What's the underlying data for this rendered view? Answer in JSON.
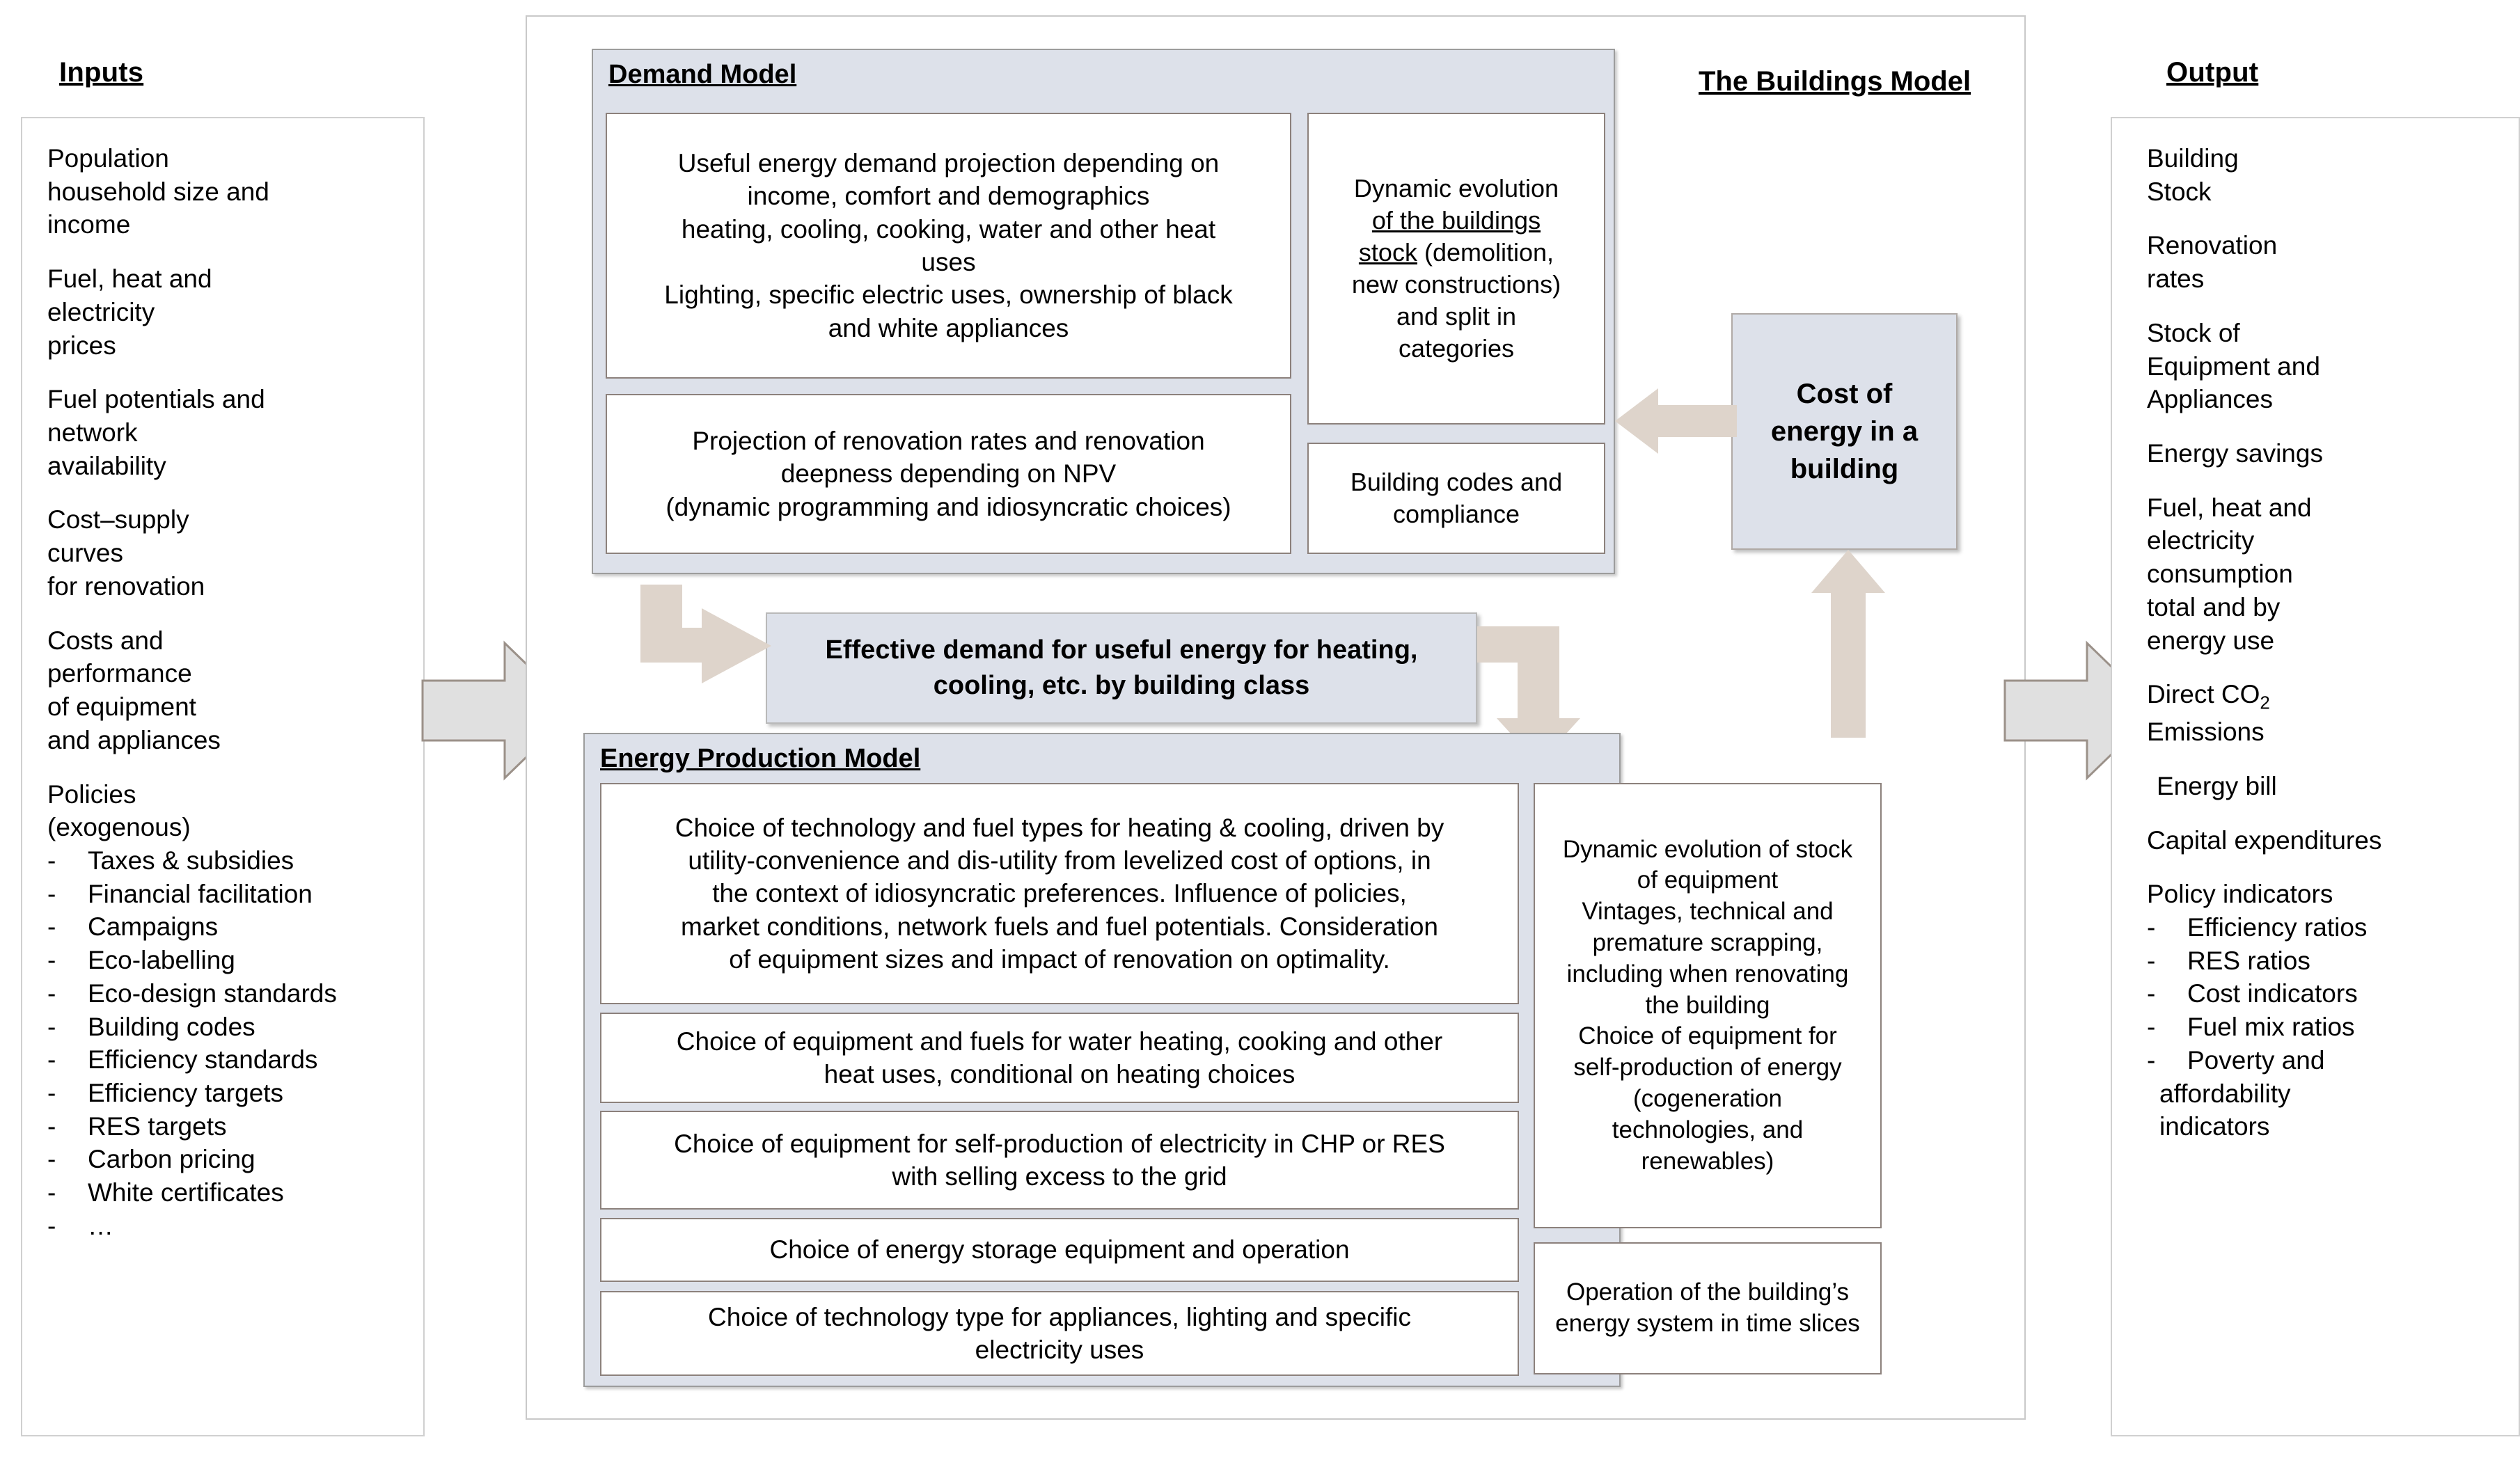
{
  "columns": {
    "inputs_heading": "Inputs",
    "buildings_heading": "The Buildings Model",
    "output_heading": "Output"
  },
  "inputs": {
    "blocks": [
      {
        "lines": [
          "Population",
          "household size and",
          "income"
        ]
      },
      {
        "lines": [
          "Fuel, heat and",
          "electricity",
          "prices"
        ]
      },
      {
        "lines": [
          "Fuel potentials and",
          "network",
          "availability"
        ]
      },
      {
        "lines": [
          "Cost–supply",
          "curves",
          "for renovation"
        ]
      },
      {
        "lines": [
          "Costs and",
          "performance",
          "of equipment",
          "and appliances"
        ]
      }
    ],
    "policies_title": [
      "Policies",
      "(exogenous)"
    ],
    "policies": [
      "Taxes & subsidies",
      "Financial facilitation",
      "Campaigns",
      "Eco-labelling",
      "Eco-design standards",
      "Building codes",
      "Efficiency standards",
      "Efficiency targets",
      "RES targets",
      "Carbon pricing",
      "White certificates",
      "…"
    ]
  },
  "demand_model": {
    "title": "Demand Model",
    "card_useful_demand": [
      "Useful energy demand projection depending on",
      "income, comfort and demographics",
      "heating, cooling, cooking, water and other heat",
      "uses",
      "Lighting, specific electric uses, ownership of black",
      "and white appliances"
    ],
    "card_renovation": [
      "Projection of renovation rates and renovation",
      "deepness depending on NPV",
      "(dynamic programming and idiosyncratic choices)"
    ],
    "card_building_stock": [
      "Dynamic evolution",
      "of the buildings",
      "stock (demolition,",
      "new constructions)",
      "and split in",
      "categories"
    ],
    "card_building_stock_underlined": "buildings stock",
    "card_building_codes": [
      "Building codes and",
      "compliance"
    ]
  },
  "effective_demand": [
    "Effective demand for useful energy for heating,",
    "cooling, etc. by building class"
  ],
  "cost_of_energy": [
    "Cost of",
    "energy in a",
    "building"
  ],
  "energy_production_model": {
    "title": "Energy Production Model",
    "card_heating_cooling": [
      "Choice of technology and fuel types for heating & cooling, driven by",
      "utility-convenience and dis-utility from levelized cost of options, in",
      "the context of idiosyncratic preferences. Influence of policies,",
      "market conditions, network fuels and fuel potentials. Consideration",
      "of equipment sizes and impact of renovation on optimality."
    ],
    "card_water_heating": [
      "Choice of equipment and fuels for water heating, cooking and other",
      "heat uses, conditional on heating choices"
    ],
    "card_self_production": [
      "Choice of equipment for self-production of electricity in CHP or RES",
      "with selling excess to the grid"
    ],
    "card_storage": [
      "Choice of energy storage equipment and operation"
    ],
    "card_appliances": [
      "Choice of technology type for appliances, lighting and specific",
      "electricity uses"
    ],
    "card_stock_equipment": [
      "Dynamic evolution of stock",
      "of equipment",
      "Vintages, technical and",
      "premature  scrapping,",
      "including when renovating",
      "the building",
      "Choice of equipment for",
      "self-production of energy",
      "(cogeneration",
      "technologies, and",
      "renewables)"
    ],
    "card_operation": [
      "Operation of the building’s",
      "energy system in time slices"
    ]
  },
  "output": {
    "blocks": [
      {
        "lines": [
          "Building",
          "Stock"
        ]
      },
      {
        "lines": [
          "Renovation",
          "rates"
        ]
      },
      {
        "lines": [
          "Stock of",
          "Equipment and",
          "Appliances"
        ]
      },
      {
        "lines": [
          "Energy savings"
        ]
      },
      {
        "lines": [
          "Fuel, heat and",
          "electricity",
          "consumption",
          "total and by",
          "energy use"
        ]
      }
    ],
    "co2_line1_pre": "Direct CO",
    "co2_line1_sub": "2",
    "co2_line2": "Emissions",
    "energy_bill": "Energy bill",
    "capital_expenditures": "Capital expenditures",
    "policy_indicators_title": "Policy indicators",
    "policy_indicators": [
      "Efficiency ratios",
      "RES ratios",
      "Cost indicators",
      "Fuel mix ratios",
      "Poverty and"
    ],
    "policy_indicators_tail": [
      "affordability",
      "indicators"
    ]
  },
  "colors": {
    "model_fill": "#dde1ea",
    "model_border": "#9c9c9c",
    "card_border": "#8c817c",
    "arrow_grey": "#e0e0e0",
    "arrow_grey_border": "#9b9189",
    "arrow_tan": "#ded4cb",
    "panel_border": "#d0d0d0"
  },
  "dash": "-"
}
